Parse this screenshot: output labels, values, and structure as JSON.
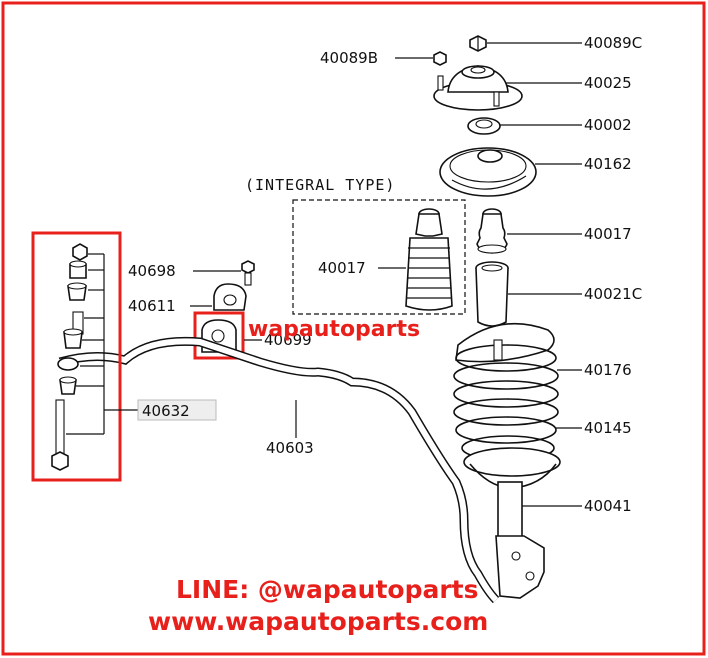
{
  "group_label": "(INTEGRAL TYPE)",
  "parts": {
    "p40089B": "40089B",
    "p40089C": "40089C",
    "p40025": "40025",
    "p40002": "40002",
    "p40162": "40162",
    "p40017_right": "40017",
    "p40017_integral": "40017",
    "p40021C": "40021C",
    "p40698": "40698",
    "p40611": "40611",
    "p40699": "40699",
    "p40176": "40176",
    "p40145": "40145",
    "p40632": "40632",
    "p40603": "40603",
    "p40041": "40041"
  },
  "watermark": {
    "brand": "wapautoparts",
    "line_id": "LINE: @wapautoparts",
    "website": "www.wapautoparts.com"
  },
  "colors": {
    "accent_red": "#e8201c",
    "ink": "#111111"
  }
}
